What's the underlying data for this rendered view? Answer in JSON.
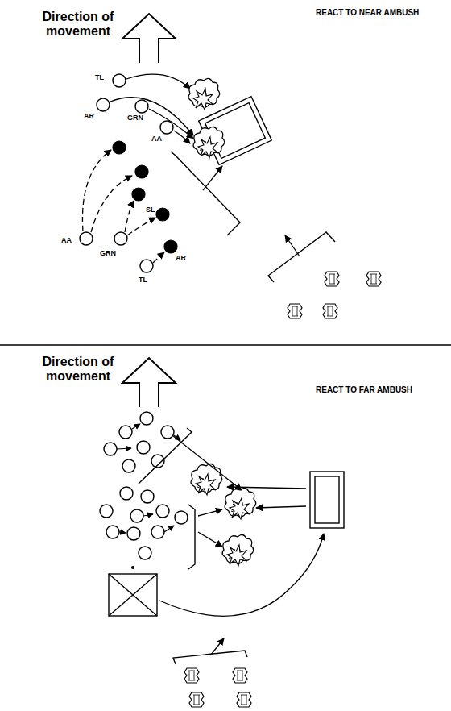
{
  "diagram": {
    "labels": [
      "Direction of movement",
      "REACT TO NEAR AMBUSH",
      "TL",
      "AR",
      "GRN",
      "AA",
      "SL",
      "AA",
      "GRN",
      "TL",
      "AR",
      "Direction of movement",
      "REACT TO FAR AMBUSH"
    ]
  }
}
